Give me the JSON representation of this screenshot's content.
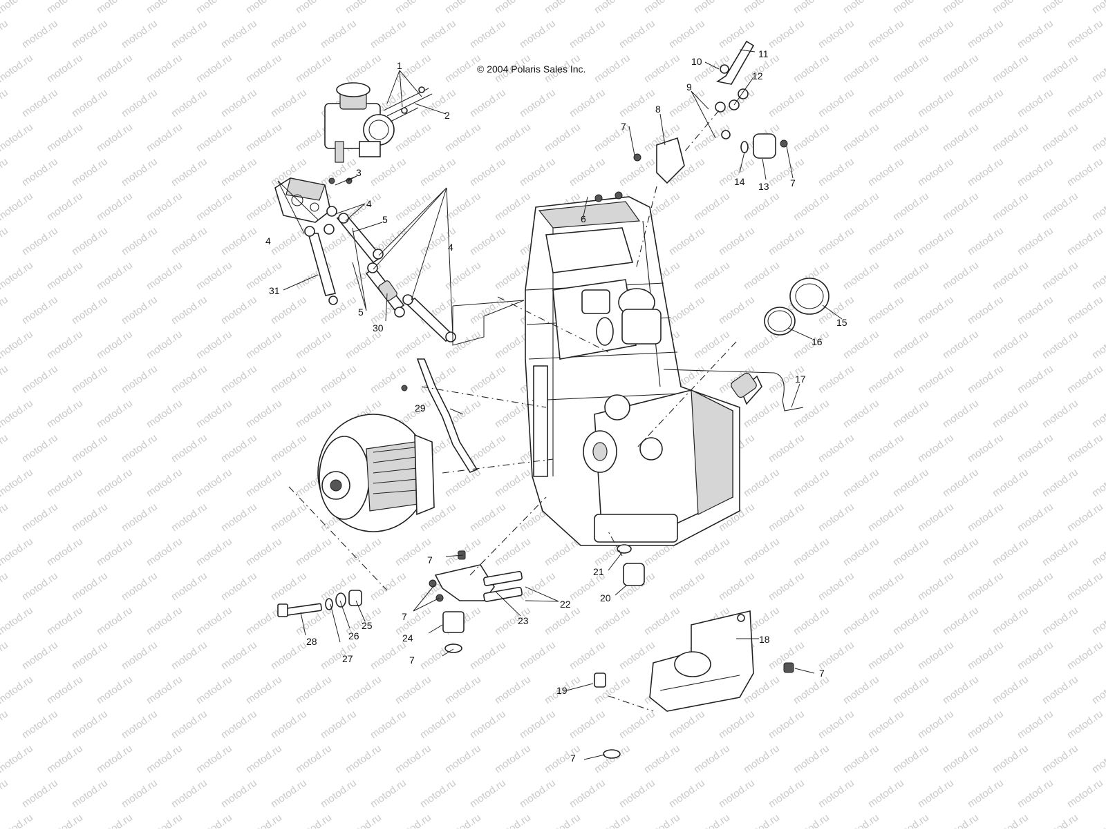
{
  "copyright": "© 2004 Polaris Sales Inc.",
  "watermark": "motod.ru",
  "colors": {
    "line": "#222222",
    "watermark": "#c9c9c9",
    "background": "#ffffff"
  },
  "callouts": [
    {
      "id": "c1",
      "text": "1"
    },
    {
      "id": "c2",
      "text": "2"
    },
    {
      "id": "c3",
      "text": "3"
    },
    {
      "id": "c4a",
      "text": "4"
    },
    {
      "id": "c4b",
      "text": "4"
    },
    {
      "id": "c4c",
      "text": "4"
    },
    {
      "id": "c5a",
      "text": "5"
    },
    {
      "id": "c5b",
      "text": "5"
    },
    {
      "id": "c6",
      "text": "6"
    },
    {
      "id": "c7a",
      "text": "7"
    },
    {
      "id": "c7b",
      "text": "7"
    },
    {
      "id": "c7c",
      "text": "7"
    },
    {
      "id": "c7d",
      "text": "7"
    },
    {
      "id": "c7e",
      "text": "7"
    },
    {
      "id": "c7f",
      "text": "7"
    },
    {
      "id": "c7g",
      "text": "7"
    },
    {
      "id": "c8",
      "text": "8"
    },
    {
      "id": "c9",
      "text": "9"
    },
    {
      "id": "c10",
      "text": "10"
    },
    {
      "id": "c11",
      "text": "11"
    },
    {
      "id": "c12",
      "text": "12"
    },
    {
      "id": "c13",
      "text": "13"
    },
    {
      "id": "c14",
      "text": "14"
    },
    {
      "id": "c15",
      "text": "15"
    },
    {
      "id": "c16",
      "text": "16"
    },
    {
      "id": "c17",
      "text": "17"
    },
    {
      "id": "c18",
      "text": "18"
    },
    {
      "id": "c19",
      "text": "19"
    },
    {
      "id": "c20",
      "text": "20"
    },
    {
      "id": "c21",
      "text": "21"
    },
    {
      "id": "c22",
      "text": "22"
    },
    {
      "id": "c23",
      "text": "23"
    },
    {
      "id": "c24",
      "text": "24"
    },
    {
      "id": "c25",
      "text": "25"
    },
    {
      "id": "c26",
      "text": "26"
    },
    {
      "id": "c27",
      "text": "27"
    },
    {
      "id": "c28",
      "text": "28"
    },
    {
      "id": "c29",
      "text": "29"
    },
    {
      "id": "c30",
      "text": "30"
    },
    {
      "id": "c31",
      "text": "31"
    }
  ]
}
